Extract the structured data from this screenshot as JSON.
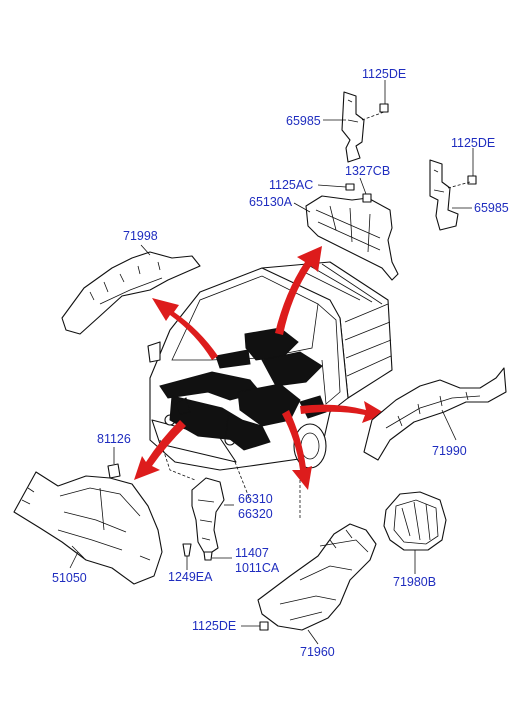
{
  "labels": {
    "p1125de_top": "1125DE",
    "p65985_left": "65985",
    "p1125de_right": "1125DE",
    "p65985_right": "65985",
    "p1125ac": "1125AC",
    "p1327cb": "1327CB",
    "p65130a": "65130A",
    "p71998": "71998",
    "p71990": "71990",
    "p81126": "81126",
    "p51050": "51050",
    "p66310": "66310",
    "p66320": "66320",
    "p11407": "11407",
    "p1011ca": "1011CA",
    "p1249ea": "1249EA",
    "p71980b": "71980B",
    "p1125de_bottom": "1125DE",
    "p71960": "71960"
  },
  "colors": {
    "label_text": "#1f2dbf",
    "arrow": "#dd1c1c",
    "line": "#111111",
    "background": "#ffffff"
  }
}
